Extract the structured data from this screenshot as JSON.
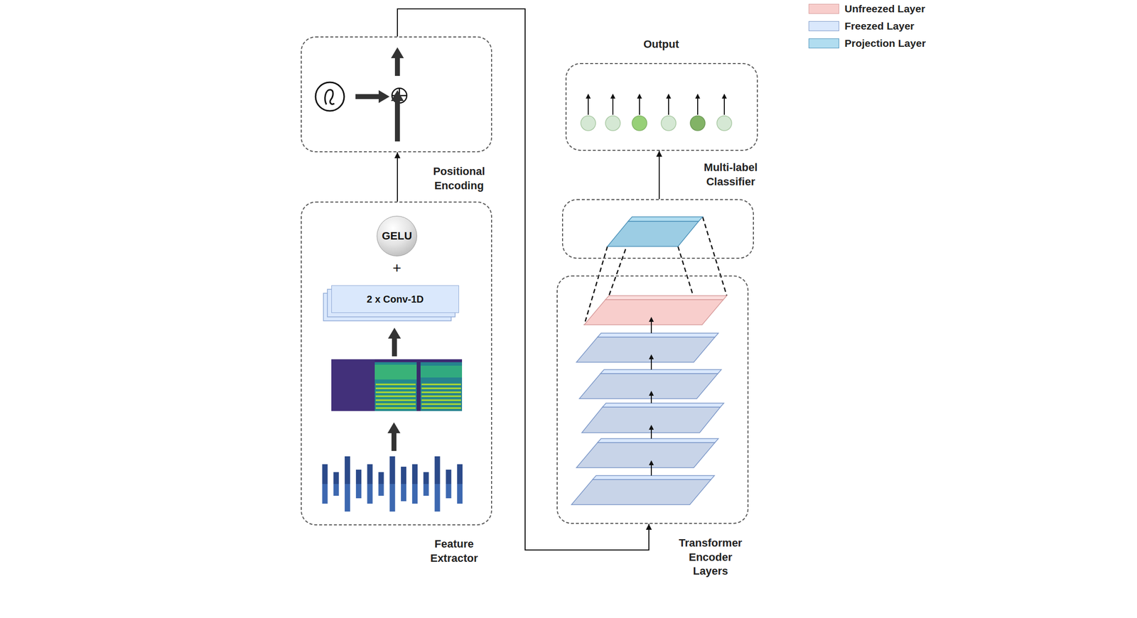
{
  "diagram": {
    "nodes": [
      {
        "text": [
          "Positional Encoding"
        ]
      },
      {
        "text": [
          "Feature Extractor"
        ]
      },
      {
        "text": [
          "GELU"
        ],
        "in": 1
      },
      {
        "text": [
          "2 x Conv-1D"
        ],
        "in": 1
      },
      {
        "text": [
          "Output"
        ]
      },
      {
        "text": [
          "Multi-label Classifier"
        ]
      },
      {
        "text": [
          "Transformer Encoder Layers"
        ]
      }
    ],
    "edges": [
      {
        "from": 1,
        "to": 0,
        "arrow": "to"
      },
      {
        "from": 0,
        "to": 6,
        "arrow": "to"
      },
      {
        "from": 5,
        "to": 4,
        "arrow": "to"
      }
    ],
    "labels": [
      "+"
    ],
    "legend": [
      {
        "text": "Unfreezed Layer",
        "color": "#f8cecc"
      },
      {
        "text": "Freezed Layer",
        "color": "#dae8fc"
      },
      {
        "text": "Projection Layer",
        "color": "#b1ddf0"
      }
    ]
  }
}
